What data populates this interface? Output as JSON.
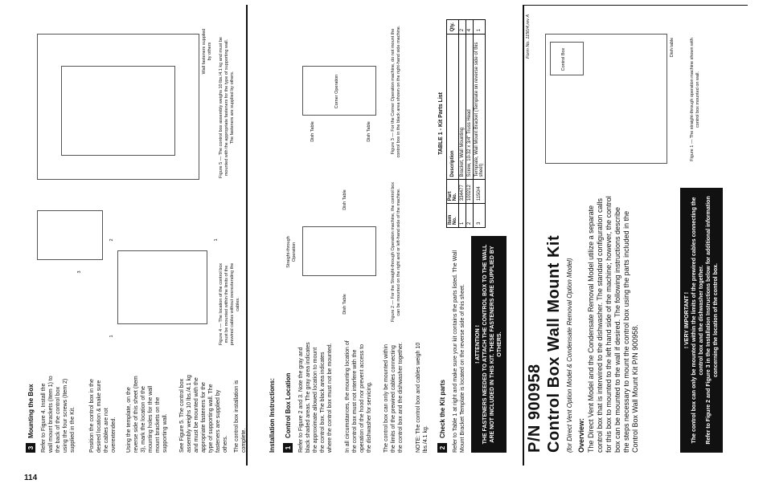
{
  "page_number": "114",
  "form_number": "Form No. 1150/4,rev A",
  "title": "P/N 900958",
  "subtitle": "Control Box Wall Mount Kit",
  "model_line": "(for Direct Vent Option Model & Condensate Removal Option Model)",
  "overview_heading": "Overview:",
  "overview_text": "The Direct Vent Model and the Condensate Removal Model utilize a separate control box that is interwired to the dishwasher. The standard configuration calls for this box to mounted to the left hand side of the machine; however, the control box can be mounted to the wall if desired. The following instructions describe the steps necessary to mount the control box using the parts included in the Control Box Wall Mount Kit P/N 900958.",
  "important_box": {
    "heading": "! VERY IMPORTANT !",
    "line1": "The control box can only be mounted within the limits of the prewired cables connecting the control box and the dishwasher together.",
    "line2": "Refer to Figure 2 and Figure 3 in the Installation Instructions below for additional information concerning the location of the control box."
  },
  "install_heading": "Installation Instructions:",
  "step1": {
    "num": "1",
    "label": "Control Box Location",
    "text1": "Refer to Figure 2 and 3. Note the gray and black shaded areas. The gray area indicates the approximate allowed location to mount the control box. The black area indicates where the control box must not be mounted.",
    "text2": "In all circumstances, the mounting location of the control box must not interfere with the operation of the hood nor prevent access to the dishwasher for servicing.",
    "text3": "The control box can only be mounted within the limits of the prewired cables connecting the control box and the dishwasher together.",
    "note": "NOTE: The control box and cables weigh 10 lbs./4.1 kg."
  },
  "step2": {
    "num": "2",
    "label": "Check the Kit parts",
    "text": "Refer to Table 1 at right and make sure your kit contains the parts listed. The Wall Mount Bracket Template is located on the reverse side of this sheet."
  },
  "attention_box": {
    "heading": "! ATTENTION !",
    "text": "THE FASTENERS NEEDED TO ATTACH THE CONTROL BOX TO THE WALL ARE NOT INCLUDED IN THIS KIT. THESE FASTENERS ARE SUPPLIED BY OTHERS."
  },
  "step3": {
    "num": "3",
    "label": "Mounting the Box",
    "text1": "Refer to Figure 4. Install the wall mount brackets (Item 1) to the back of the control box using the four screws (Item 2) supplied in the Kit.",
    "text2": "Position the control box in the desired location & make sure the cables are not overextended.",
    "text3": "Using the template, on the reverse side of this sheet (Item 3), mark the location of the mounting holes for the wall mount brackets on the supporting wall.",
    "text4": "See Figure 5. The control box assembly weighs 10 lbs./4.1 kg and must be mounted with the appropriate fasteners for the type of supporting wall. The fasteners are supplied by others.",
    "text5": "The control box installation is complete."
  },
  "table1": {
    "title": "TABLE 1 - Kit Parts List",
    "headers": [
      "Item No.",
      "Part No.",
      "Description",
      "Qty."
    ],
    "rows": [
      [
        "1",
        "334477",
        "Bracket, Wall Mounting",
        "2"
      ],
      [
        "2",
        "100212",
        "Screw, 10-32 x 3/4\" Truss Head",
        "4"
      ],
      [
        "3",
        "1150/4",
        "Template, Wall Mount Bracket (Template on reverse side of this sheet)",
        "1"
      ]
    ]
  },
  "figure1": {
    "caption": "Figure 1 — The straight-through operation machine shown with control box mounted on wall.",
    "label_control_box": "Control Box",
    "label_dish_table": "Dish table"
  },
  "figure2": {
    "caption": "Figure 2 — For the Straight-through Operation machine, the control box can be mounted on the right and or left-hand side of the machine.",
    "label_dish_table_left": "Dish Table",
    "label_dish_table_right": "Dish Table",
    "label_operation": "Straight-through Operation"
  },
  "figure3": {
    "caption": "Figure 3 — For the Corner Operation machine, do not mount the control box in the black area shown on the right-hand side machine.",
    "label_dish_table_top": "Dish Table",
    "label_dish_table_bottom": "Dish Table",
    "label_operation": "Corner Operation"
  },
  "figure4": {
    "caption": "Figure 4 — The location of the control box must be mounted within the limits of the prewired cables without overextending the cables.",
    "callouts": [
      "1",
      "2",
      "3",
      "1"
    ]
  },
  "figure5": {
    "caption": "Figure 5 — The control box assembly weighs 10 lbs./4.1 kg and must be mounted with the appropriate fasteners for the type of supporting wall. The fasteners are supplied by others.",
    "label_wall": "Wall fasteners supplied by others"
  }
}
